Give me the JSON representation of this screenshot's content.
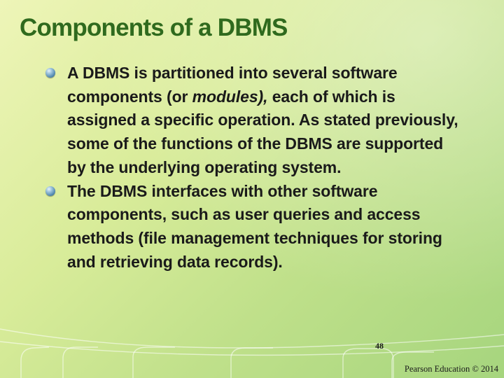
{
  "slide": {
    "title": "Components of a DBMS",
    "bullets": [
      {
        "segments": [
          {
            "text": "A DBMS is partitioned into several software components (or ",
            "italic": false
          },
          {
            "text": "modules),",
            "italic": true
          },
          {
            "text": " each of which is assigned a specific operation. As stated previously, some of the functions of the DBMS are supported by the underlying operating system.",
            "italic": false
          }
        ]
      },
      {
        "segments": [
          {
            "text": "The DBMS interfaces with other software components, such as user queries and access methods (file management techniques for storing and retrieving data records).",
            "italic": false
          }
        ]
      }
    ],
    "page_number": "48",
    "footer": "Pearson Education © 2014"
  },
  "colors": {
    "title": "#2f6a1e",
    "background_light": "#eef5b8",
    "background_dark": "#a6d57e",
    "bullet_marker": "#4f86ad"
  },
  "icons": {
    "bullet": "blue-sphere-bullet-icon"
  }
}
